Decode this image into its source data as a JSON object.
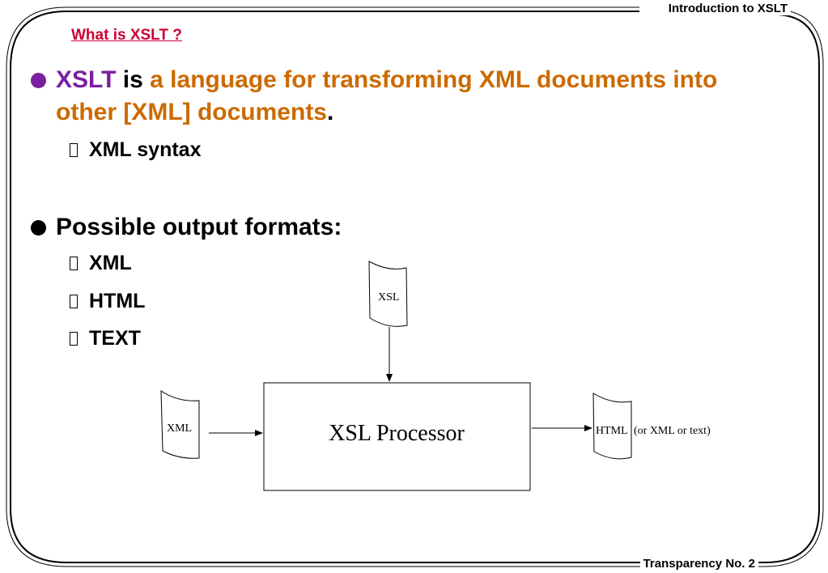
{
  "header": {
    "title": "Introduction to XSLT"
  },
  "footer": {
    "page": "Transparency No. 2"
  },
  "slide": {
    "title": "What is XSLT ?",
    "bullet1": {
      "term": "XSLT",
      "verb": " is ",
      "definition": "a language for transforming XML documents into other [XML] documents",
      "end": ".",
      "sub": [
        "XML syntax"
      ]
    },
    "bullet2": {
      "text": "Possible output formats:",
      "sub": [
        "XML",
        "HTML",
        "TEXT"
      ]
    }
  },
  "diagram": {
    "xsl_doc": "XSL",
    "xml_doc": "XML",
    "processor": "XSL Processor",
    "output_doc": "HTML",
    "output_note": "(or XML or text)"
  },
  "colors": {
    "title": "#cc0033",
    "term": "#7a1fa0",
    "definition": "#cc6a00",
    "bullet": "#7a1fa0",
    "bullet2": "#000000"
  }
}
